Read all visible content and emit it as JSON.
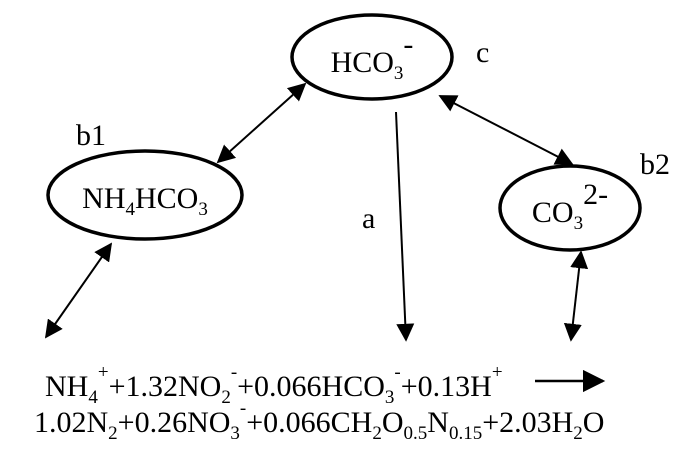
{
  "nodes": {
    "c": {
      "label": "c",
      "formula": [
        {
          "t": "HCO",
          "k": "n"
        },
        {
          "t": "3",
          "k": "sub"
        },
        {
          "t": "-",
          "k": "sup"
        }
      ]
    },
    "b1": {
      "label": "b1",
      "formula": [
        {
          "t": "NH",
          "k": "n"
        },
        {
          "t": "4",
          "k": "sub"
        },
        {
          "t": "HCO",
          "k": "n"
        },
        {
          "t": "3",
          "k": "sub"
        }
      ]
    },
    "b2": {
      "label": "b2",
      "formula": [
        {
          "t": "CO",
          "k": "n"
        },
        {
          "t": "3",
          "k": "sub"
        },
        {
          "t": "2-",
          "k": "sup"
        }
      ]
    }
  },
  "arrow_a_label": "a",
  "equation": {
    "line1": [
      {
        "t": "NH",
        "k": "n"
      },
      {
        "t": "4",
        "k": "sub"
      },
      {
        "t": "+",
        "k": "sup"
      },
      {
        "t": "+1.32NO",
        "k": "n"
      },
      {
        "t": "2",
        "k": "sub"
      },
      {
        "t": "-",
        "k": "sup"
      },
      {
        "t": "+0.066HCO",
        "k": "n"
      },
      {
        "t": "3",
        "k": "sub"
      },
      {
        "t": "-",
        "k": "sup"
      },
      {
        "t": "+0.13H",
        "k": "n"
      },
      {
        "t": "+",
        "k": "sup"
      }
    ],
    "line2": [
      {
        "t": "1.02N",
        "k": "n"
      },
      {
        "t": "2",
        "k": "sub"
      },
      {
        "t": "+0.26NO",
        "k": "n"
      },
      {
        "t": "3",
        "k": "sub"
      },
      {
        "t": "-",
        "k": "sup"
      },
      {
        "t": "+0.066CH",
        "k": "n"
      },
      {
        "t": "2",
        "k": "sub"
      },
      {
        "t": "O",
        "k": "n"
      },
      {
        "t": "0.5",
        "k": "sub"
      },
      {
        "t": "N",
        "k": "n"
      },
      {
        "t": "0.15",
        "k": "sub"
      },
      {
        "t": "+2.03H",
        "k": "n"
      },
      {
        "t": "2",
        "k": "sub"
      },
      {
        "t": "O",
        "k": "n"
      }
    ]
  }
}
